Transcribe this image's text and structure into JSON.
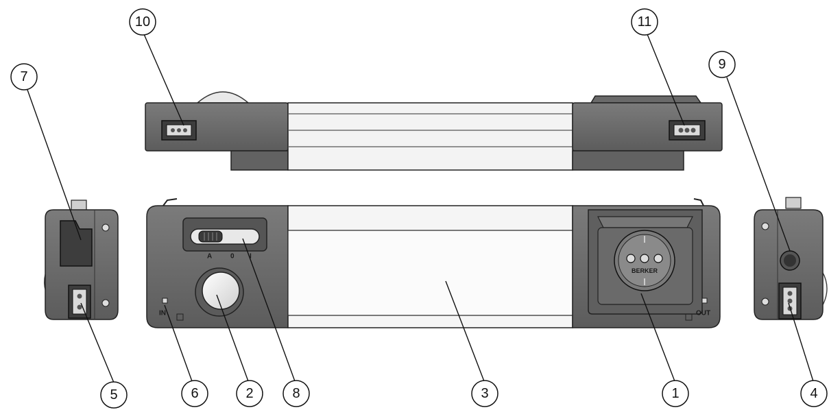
{
  "diagram": {
    "callouts": [
      {
        "id": "c1",
        "label": "1"
      },
      {
        "id": "c2",
        "label": "2"
      },
      {
        "id": "c3",
        "label": "3"
      },
      {
        "id": "c4",
        "label": "4"
      },
      {
        "id": "c5",
        "label": "5"
      },
      {
        "id": "c6",
        "label": "6"
      },
      {
        "id": "c7",
        "label": "7"
      },
      {
        "id": "c8",
        "label": "8"
      },
      {
        "id": "c9",
        "label": "9"
      },
      {
        "id": "c10",
        "label": "10"
      },
      {
        "id": "c11",
        "label": "11"
      }
    ],
    "switch_labels": {
      "a": "A",
      "zero": "0",
      "one": "I"
    },
    "socket_brand": "BERKER",
    "port_in": "IN",
    "port_out": "OUT"
  },
  "colors": {
    "housing": "#6e6e6e",
    "housing_dark": "#4a4a4a",
    "panel": "#f2f2f2",
    "line": "#222222"
  }
}
